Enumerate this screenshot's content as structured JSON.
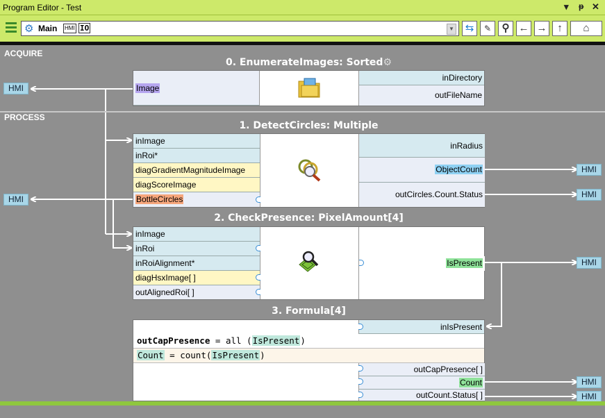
{
  "window": {
    "title": "Program Editor - Test",
    "controls": [
      "▾",
      "ᵽ",
      "✕"
    ]
  },
  "toolbar": {
    "breadcrumb_main": "Main",
    "hmi_badge": "HMI",
    "io_badge": "IO"
  },
  "sections": {
    "acquire": "ACQUIRE",
    "process": "PROCESS"
  },
  "tools": [
    {
      "title": "0. EnumerateImages: Sorted",
      "left_pins": [
        {
          "label": "Image",
          "kind": "out"
        }
      ],
      "right_pins": [
        "inDirectory",
        "outFileName"
      ]
    },
    {
      "title": "1. DetectCircles: Multiple",
      "left_pins": [
        {
          "label": "inImage",
          "kind": "in"
        },
        {
          "label": "inRoi*",
          "kind": "in"
        },
        {
          "label": "diagGradientMagnitudeImage",
          "kind": "diag"
        },
        {
          "label": "diagScoreImage",
          "kind": "diag"
        },
        {
          "label": "BottleCircles",
          "kind": "out"
        }
      ],
      "right_pins": [
        "inRadius",
        "ObjectCount",
        "outCircles.Count.Status"
      ]
    },
    {
      "title": "2. CheckPresence: PixelAmount[4]",
      "left_pins": [
        {
          "label": "inImage",
          "kind": "in"
        },
        {
          "label": "inRoi",
          "kind": "in"
        },
        {
          "label": "inRoiAlignment*",
          "kind": "in"
        },
        {
          "label": "diagHsxImage[ ]",
          "kind": "diag"
        },
        {
          "label": "outAlignedRoi[ ]",
          "kind": "out"
        }
      ],
      "right_pins": [
        "IsPresent"
      ]
    },
    {
      "title": "3. Formula[4]",
      "right_pins_top": [
        "inIsPresent"
      ],
      "formula_lines": [
        {
          "target": "outCapPresence",
          "op": " = ",
          "expr_prefix": "all (",
          "arg": "IsPresent",
          "expr_suffix": ")"
        },
        {
          "target": "Count",
          "op": " = ",
          "expr_prefix": "count(",
          "arg": "IsPresent",
          "expr_suffix": ")"
        }
      ],
      "right_pins_bottom": [
        "outCapPresence[ ]",
        "Count",
        "outCount.Status[ ]"
      ]
    }
  ],
  "hmi_label": "HMI",
  "colors": {
    "title_bar": "#cde96a",
    "canvas": "#8f8f8f",
    "input_pin": "#d6eaf0",
    "diag_pin": "#fff7c4",
    "status_bar": "#8fc73e"
  },
  "icons": [
    "menu-icon",
    "gear-icon",
    "folder-images-icon",
    "detect-circles-icon",
    "check-presence-icon",
    "swap-icon",
    "edit-icon",
    "zoom-icon",
    "arrow-left-icon",
    "arrow-right-icon",
    "arrow-up-icon",
    "home-icon"
  ]
}
